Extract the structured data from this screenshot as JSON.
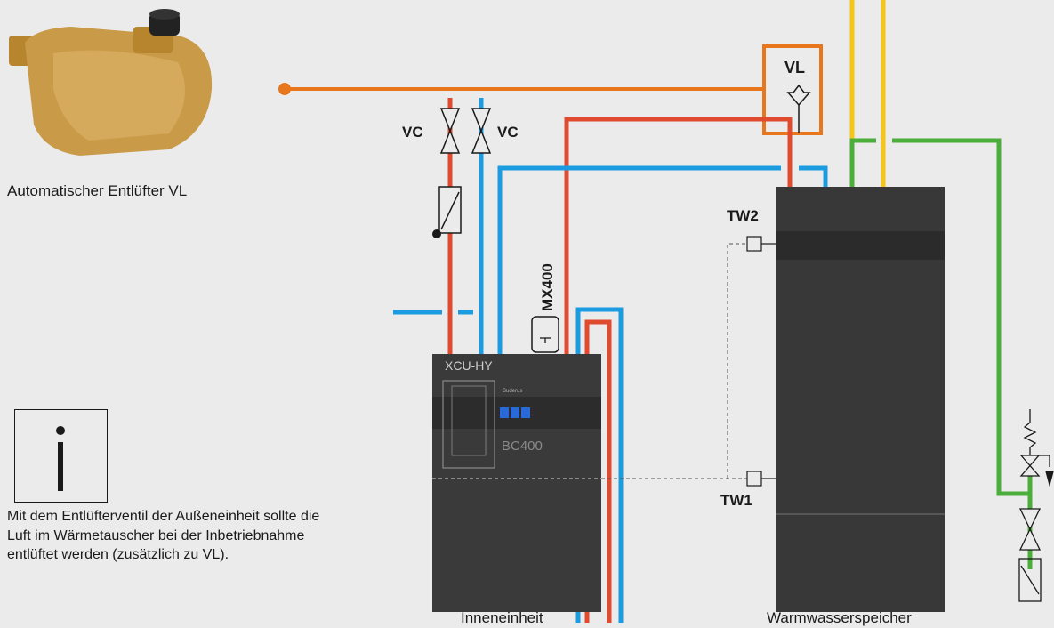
{
  "vent": {
    "caption": "Automatischer Entlüfter VL"
  },
  "note": {
    "text": "Mit dem Entlüfterventil der Außeneinheit sollte die Luft im Wärmetauscher bei der Inbetriebnahme entlüftet werden (zusätzlich zu VL)."
  },
  "valves": {
    "left_label": "VC",
    "right_label": "VC"
  },
  "air_vent_box": {
    "label": "VL"
  },
  "controller": {
    "label": "MX400"
  },
  "indoor_unit": {
    "model": "XCU-HY",
    "brand": "Buderus",
    "controller": "BC400",
    "caption": "Inneneinheit"
  },
  "tank": {
    "sensor_top": "TW2",
    "sensor_bottom": "TW1",
    "caption": "Warmwasserspeicher"
  },
  "colors": {
    "hot": "#e04a2f",
    "cold": "#1b9ce0",
    "air": "#e8761c",
    "green": "#4cae3a",
    "yellow": "#f5c518",
    "unit": "#3a3a3a",
    "tank": "#383838"
  }
}
